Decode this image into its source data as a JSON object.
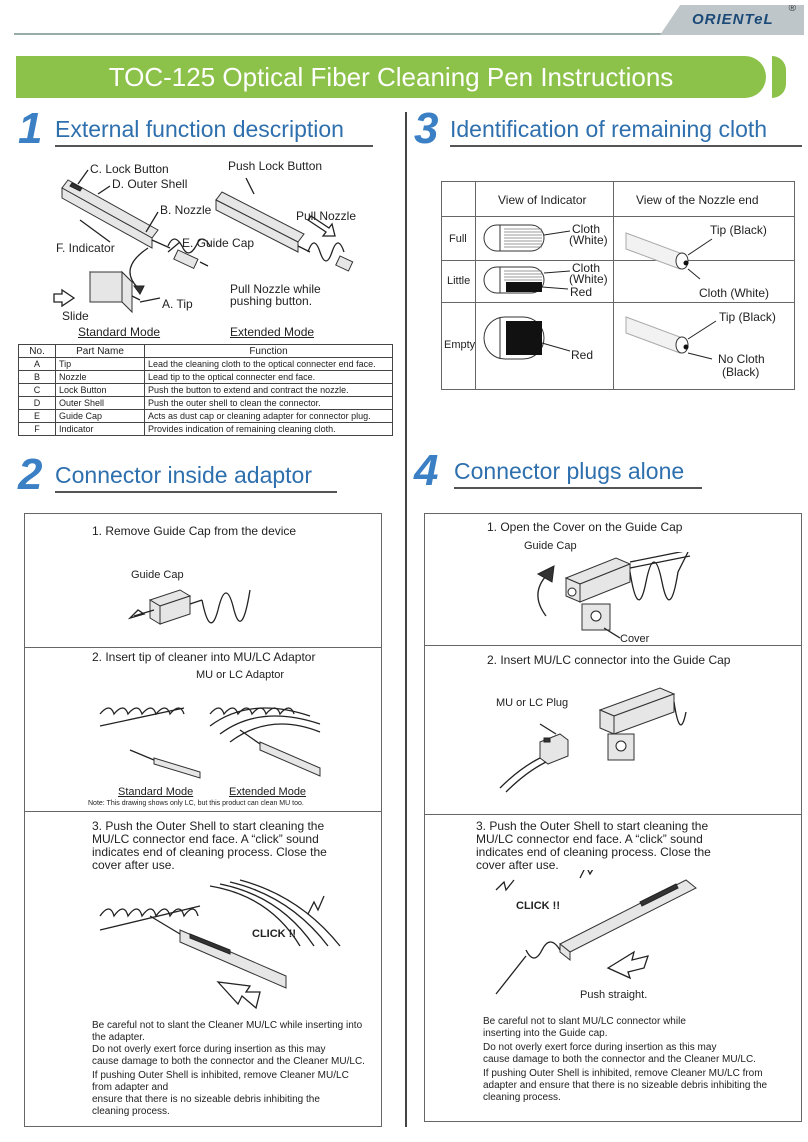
{
  "brand": {
    "name": "ORIENTeL",
    "reg": "®"
  },
  "title": "TOC-125 Optical Fiber Cleaning Pen Instructions",
  "sec1": {
    "num": "1",
    "title": "External function description",
    "labels": {
      "lock": "C. Lock Button",
      "shell": "D. Outer Shell",
      "nozzle": "B. Nozzle",
      "guide": "E. Guide Cap",
      "indicator": "F. Indicator",
      "tip": "A. Tip",
      "slide": "Slide",
      "push_lock": "Push Lock Button",
      "pull_nozzle": "Pull Nozzle",
      "pull_while": "Pull Nozzle while",
      "pull_while2": "pushing button.",
      "standard": "Standard Mode",
      "extended": "Extended Mode"
    },
    "table": {
      "headers": [
        "No.",
        "Part Name",
        "Function"
      ],
      "rows": [
        [
          "A",
          "Tip",
          "Lead the cleaning cloth to the optical connecter end face."
        ],
        [
          "B",
          "Nozzle",
          "Lead tip to the optical connecter end face."
        ],
        [
          "C",
          "Lock Button",
          "Push the button to extend and contract the nozzle."
        ],
        [
          "D",
          "Outer Shell",
          "Push the outer shell to clean the connector."
        ],
        [
          "E",
          "Guide Cap",
          "Acts as dust cap or cleaning adapter for connector plug."
        ],
        [
          "F",
          "Indicator",
          "Provides indication of remaining cleaning cloth."
        ]
      ]
    }
  },
  "sec2": {
    "num": "2",
    "title": "Connector inside adaptor",
    "step1": "1. Remove Guide Cap from the device",
    "step1_label": "Guide Cap",
    "step2": "2. Insert tip of cleaner into MU/LC Adaptor",
    "step2_label": "MU or LC Adaptor",
    "standard": "Standard Mode",
    "extended": "Extended Mode",
    "note": "Note: This drawing shows only LC, but this product can clean MU too.",
    "step3": [
      "3. Push the Outer Shell to start cleaning the",
      "MU/LC connector end face.    A “click” sound",
      "indicates end of cleaning process.    Close the",
      "cover after use."
    ],
    "click": "CLICK !!",
    "warn": [
      "Be careful not to slant the Cleaner MU/LC while inserting into",
      "the adapter.",
      "Do not overly exert force during insertion as this may",
      "cause damage to both the connector and the Cleaner MU/LC.",
      "If pushing Outer Shell is inhibited, remove Cleaner MU/LC",
      "from adapter and",
      "ensure that there is no sizeable debris inhibiting the",
      "cleaning process."
    ]
  },
  "sec3": {
    "num": "3",
    "title": "Identification of remaining cloth",
    "headers": [
      "View of Indicator",
      "View of the Nozzle end"
    ],
    "rows": [
      {
        "level": "Full",
        "ind1": "Cloth",
        "ind2": "(White)",
        "ind3": "",
        "noz1": "Tip (Black)",
        "noz2": "Cloth (White)"
      },
      {
        "level": "Little",
        "ind1": "Cloth",
        "ind2": "(White)",
        "ind3": "Red",
        "noz1": "",
        "noz2": ""
      },
      {
        "level": "Empty",
        "ind1": "Red",
        "ind2": "",
        "ind3": "",
        "noz1": "Tip (Black)",
        "noz2": "No Cloth",
        "noz3": "(Black)"
      }
    ]
  },
  "sec4": {
    "num": "4",
    "title": "Connector plugs alone",
    "step1": "1. Open the Cover on the Guide Cap",
    "guide": "Guide Cap",
    "cover": "Cover",
    "step2": "2. Insert MU/LC connector into the Guide Cap",
    "plug": "MU or LC Plug",
    "step3": [
      "3. Push the Outer Shell to start cleaning the",
      "MU/LC connector end face.    A “click” sound",
      "indicates end of cleaning process.    Close the",
      "cover after use."
    ],
    "click": "CLICK !!",
    "push": "Push straight.",
    "warn": [
      "Be careful not to slant MU/LC connector while",
      "inserting into the Guide cap.",
      "Do not overly exert force during insertion as this may",
      "cause damage to both the connector and the Cleaner MU/LC.",
      "If pushing Outer Shell is inhibited, remove Cleaner MU/LC from",
      "adapter and ensure that there is no sizeable debris inhibiting the",
      "cleaning process."
    ]
  }
}
